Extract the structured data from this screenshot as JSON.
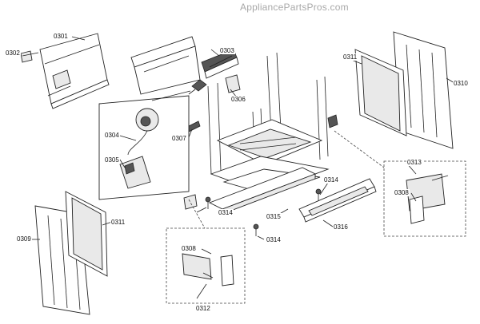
{
  "watermark": "AppliancePartsPros.com",
  "labels": {
    "p0301": "0301",
    "p0302": "0302",
    "p0303": "0303",
    "p0304": "0304",
    "p0305": "0305",
    "p0306": "0306",
    "p0307": "0307",
    "p0308a": "0308",
    "p0308b": "0308",
    "p0309": "0309",
    "p0310": "0310",
    "p0311a": "0311",
    "p0311b": "0311",
    "p0312": "0312",
    "p0313": "0313",
    "p0314a": "0314",
    "p0314b": "0314",
    "p0314c": "0314",
    "p0315": "0315",
    "p0316": "0316"
  }
}
